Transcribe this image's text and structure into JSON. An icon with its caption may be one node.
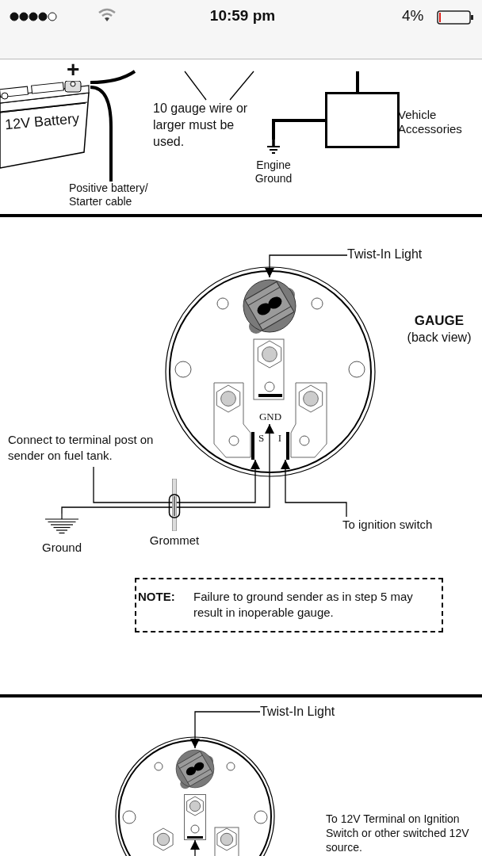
{
  "diagram": {
    "nodes": [
      {
        "text": [
          "12V Battery"
        ]
      },
      {
        "text": [
          "Positive battery/ Starter cable"
        ]
      },
      {
        "text": [
          "10 gauge wire or larger must be used."
        ]
      },
      {
        "text": [],
        "shape": "box",
        "beside": [
          "Vehicle Accessories"
        ]
      },
      {
        "text": [
          "Engine Ground"
        ]
      },
      {
        "text": [],
        "shape": "circle",
        "beside": [
          "GAUGE",
          "(back view)"
        ]
      },
      {
        "text": [],
        "shape": "picture",
        "in": 5
      },
      {
        "text": [
          "S"
        ],
        "in": 5
      },
      {
        "text": [
          "GND"
        ],
        "in": 5
      },
      {
        "text": [
          "I"
        ],
        "in": 5
      },
      {
        "text": [
          "Twist-In Light"
        ]
      },
      {
        "text": [
          "Connect to terminal post on sender on fuel tank."
        ]
      },
      {
        "text": [
          "Ground"
        ]
      },
      {
        "text": [
          "Grommet"
        ]
      },
      {
        "text": [
          "To ignition switch"
        ]
      },
      {
        "text": [
          "NOTE:",
          "Failure to ground sender as in step 5 may result in inoperable gauge."
        ]
      },
      {
        "text": [],
        "shape": "circle"
      },
      {
        "text": [],
        "shape": "picture",
        "in": 16
      },
      {
        "text": [
          "Twist-In Light"
        ]
      },
      {
        "text": [],
        "shape": "box",
        "in": 16
      }
    ],
    "edges": [
      {
        "from": 0,
        "to": null,
        "arrow": "none",
        "style": "thick"
      },
      {
        "from": 0,
        "to": 1,
        "arrow": "none",
        "style": "thick"
      },
      {
        "from": 2,
        "to": null,
        "arrow": "none"
      },
      {
        "from": 2,
        "to": null,
        "arrow": "none"
      },
      {
        "from": null,
        "to": 3,
        "arrow": "none",
        "style": "thick"
      },
      {
        "from": 3,
        "to": 4,
        "arrow": "none",
        "style": "thick"
      },
      {
        "from": 10,
        "to": 6,
        "arrow": "to"
      },
      {
        "from": 11,
        "to": 7,
        "arrow": "to"
      },
      {
        "from": 12,
        "to": 8,
        "arrow": "to"
      },
      {
        "from": 14,
        "to": 9,
        "arrow": "to"
      },
      {
        "from": 18,
        "to": 17,
        "arrow": "to"
      },
      {
        "from": null,
        "to": 19,
        "arrow": "to"
      }
    ],
    "labels": [
      "10:59 pm",
      "4%",
      "+",
      "To 12V Terminal on Ignition Switch or other switched 12V source."
    ]
  }
}
